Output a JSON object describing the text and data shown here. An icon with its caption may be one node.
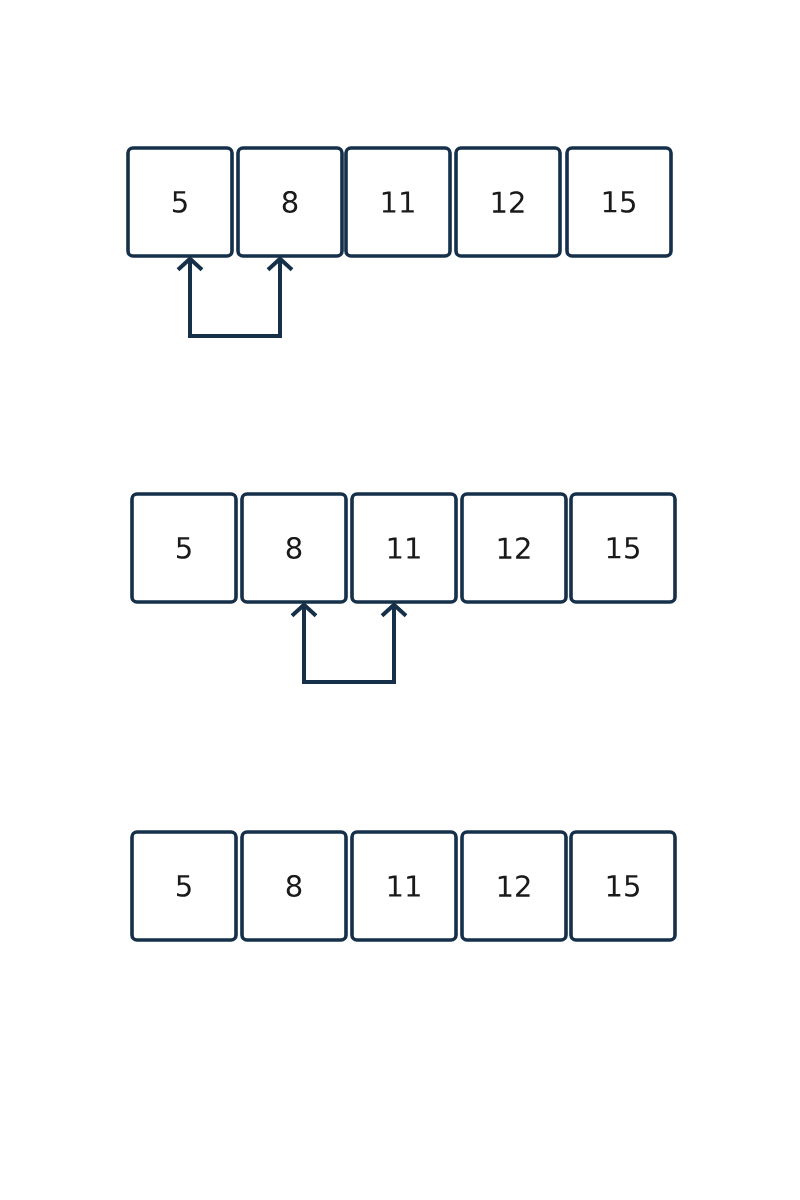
{
  "diagram": {
    "nodes": [
      {
        "text": [
          "5"
        ]
      },
      {
        "text": [
          "8"
        ]
      },
      {
        "text": [
          "11"
        ]
      },
      {
        "text": [
          "12"
        ]
      },
      {
        "text": [
          "15"
        ]
      },
      {
        "text": [
          "5"
        ]
      },
      {
        "text": [
          "8"
        ]
      },
      {
        "text": [
          "11"
        ]
      },
      {
        "text": [
          "12"
        ]
      },
      {
        "text": [
          "15"
        ]
      },
      {
        "text": [
          "5"
        ]
      },
      {
        "text": [
          "8"
        ]
      },
      {
        "text": [
          "11"
        ]
      },
      {
        "text": [
          "12"
        ]
      },
      {
        "text": [
          "15"
        ]
      }
    ],
    "edges": [
      {
        "from": 0,
        "to": 1,
        "arrow": "both"
      },
      {
        "from": 6,
        "to": 7,
        "arrow": "both"
      }
    ]
  }
}
